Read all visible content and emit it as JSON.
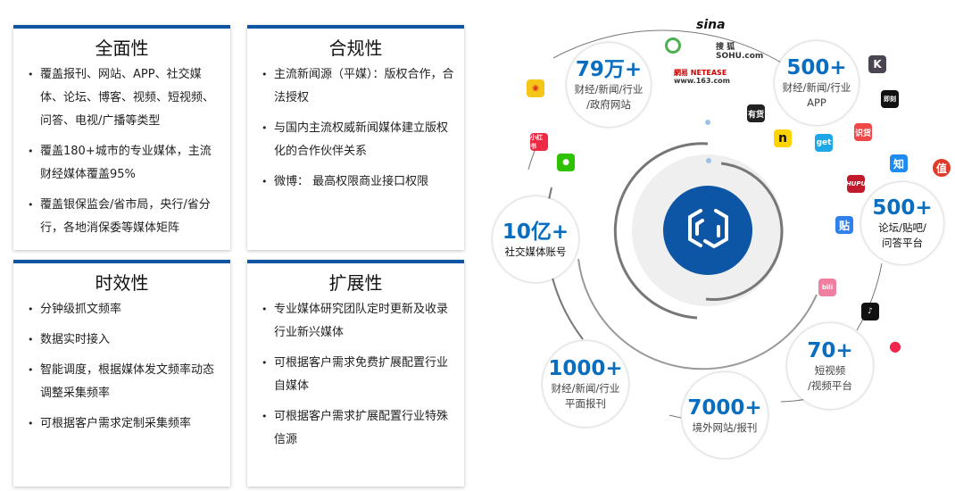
{
  "cards": [
    {
      "title": "全面性",
      "items": [
        "覆盖报刊、网站、APP、社交媒体、论坛、博客、视频、短视频、问答、电视/广播等类型",
        "覆盖180+城市的专业媒体，主流财经媒体覆盖95%",
        "覆盖银保监会/省市局，央行/省分行，各地消保委等媒体矩阵"
      ]
    },
    {
      "title": "合规性",
      "items": [
        "主流新闻源（平媒）：版权合作，合法授权",
        "与国内主流权威新闻媒体建立版权化的合作伙伴关系",
        "微博： 最高权限商业接口权限"
      ]
    },
    {
      "title": "时效性",
      "items": [
        "分钟级抓文频率",
        "数据实时接入",
        "智能调度，根据媒体发文频率动态调整采集频率",
        "可根据客户需求定制采集频率"
      ]
    },
    {
      "title": "扩展性",
      "items": [
        "专业媒体研究团队定时更新及收录行业新兴媒体",
        "可根据客户需求免费扩展配置行业自媒体",
        "可根据客户需求扩展配置行业特殊信源"
      ]
    }
  ],
  "bubbles": [
    {
      "num": "79万+",
      "desc": [
        "财经/新闻/行业",
        "/政府网站"
      ]
    },
    {
      "num": "500+",
      "desc": [
        "财经/新闻/行业",
        "APP"
      ]
    },
    {
      "num": "10亿+",
      "desc": [
        "社交媒体账号"
      ]
    },
    {
      "num": "500+",
      "desc": [
        "论坛/贴吧/",
        "问答平台"
      ]
    },
    {
      "num": "1000+",
      "desc": [
        "财经/新闻/行业",
        "平面报刊"
      ]
    },
    {
      "num": "7000+",
      "desc": [
        "境外网站/报刊"
      ]
    },
    {
      "num": "70+",
      "desc": [
        "短视频",
        "/视频平台"
      ]
    }
  ],
  "logos": {
    "sina": "sina",
    "sohu": "搜 狐",
    "sohu_sub": "SOHU.com",
    "netease": "網易 NETEASE",
    "netease_sub": "www.163.com",
    "xiaohongshu": "小红书",
    "youhuo": "有货",
    "get": "get",
    "shihuo": "识货",
    "zhihu": "知",
    "zhi": "值",
    "hupu": "HUPU",
    "tieba": "贴",
    "k": "K",
    "jike": "即刻",
    "n": "n"
  },
  "colors": {
    "accent": "#0d56a6",
    "number": "#0a6ec0"
  }
}
